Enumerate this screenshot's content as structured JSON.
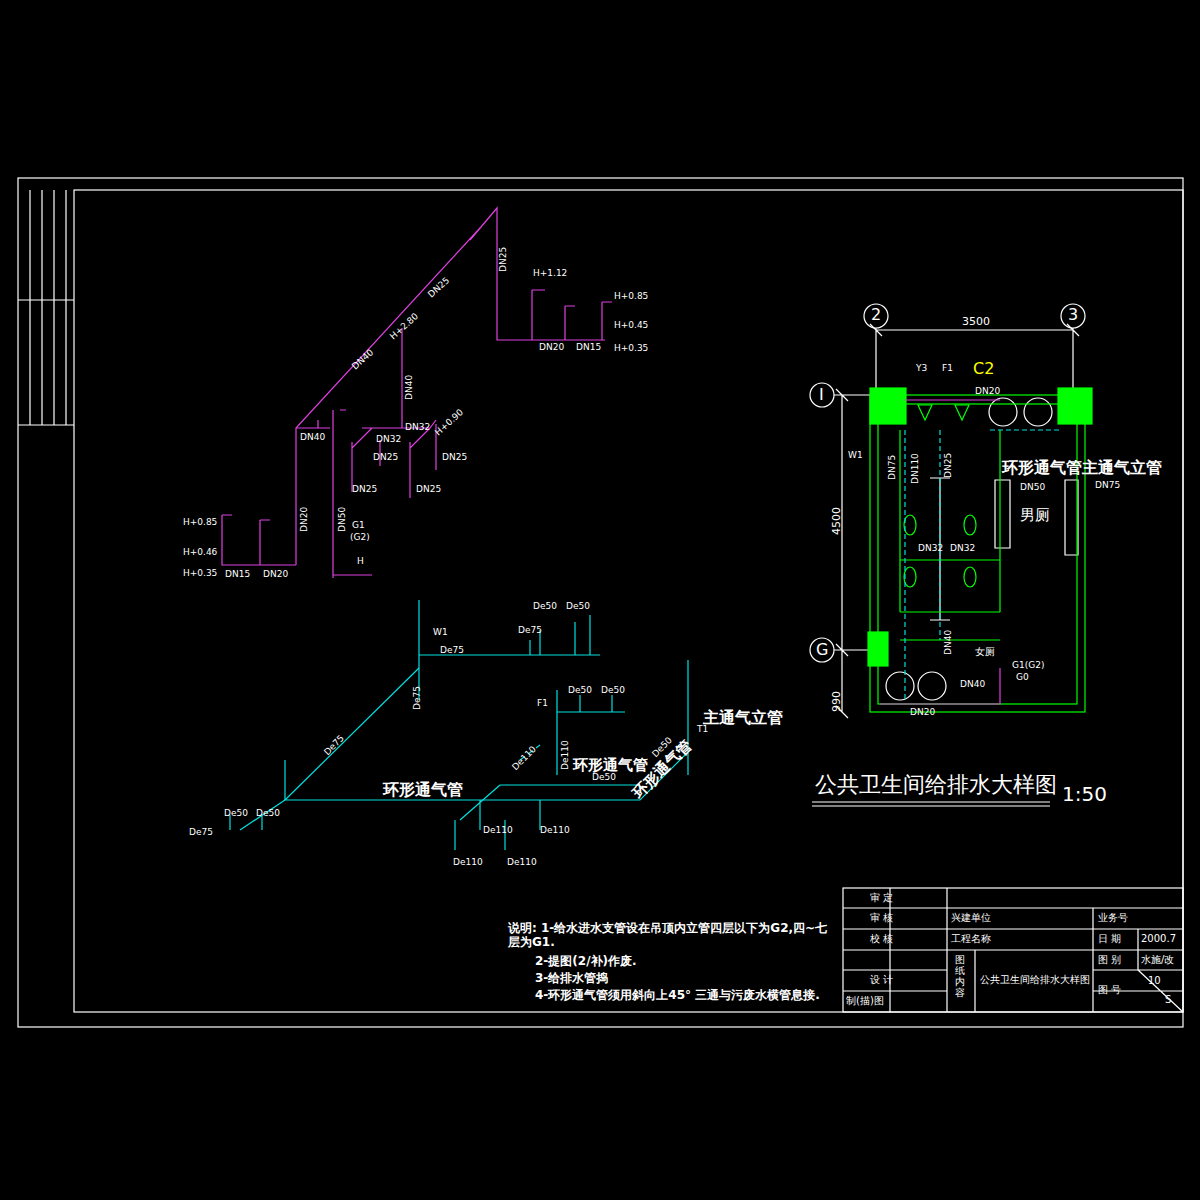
{
  "diagram": {
    "title": "公共卫生间给排水大样图",
    "labels": [
      "DN25",
      "H+1.12",
      "H+0.85",
      "H+0.45",
      "H+0.35",
      "DN20",
      "DN15",
      "DN25",
      "H+2.80",
      "DN40",
      "DN40",
      "H+0.90",
      "DN40",
      "DN32",
      "DN32",
      "DN25",
      "DN25",
      "DN25",
      "DN25",
      "DN20",
      "DN50",
      "G1",
      "(G2)",
      "H",
      "H+0.85",
      "H+0.46",
      "H+0.35",
      "DN15",
      "DN20",
      "W1",
      "De75",
      "De75",
      "De50",
      "De50",
      "De75",
      "De75",
      "F1",
      "De50",
      "De50",
      "De110",
      "De110",
      "T1",
      "主通气立管",
      "环形通气管",
      "环形通气管",
      "De50",
      "De50",
      "环形通气管",
      "De50",
      "De50",
      "De75",
      "De110",
      "De110",
      "De110",
      "De110",
      "2",
      "3",
      "3500",
      "I",
      "G",
      "4500",
      "990",
      "Y3",
      "F1",
      "C2",
      "DN20",
      "W1",
      "DN75",
      "DN110",
      "DN25",
      "环形通气管主通气立管",
      "T1",
      "DN75",
      "DN50",
      "男厕",
      "DN32",
      "DN32",
      "DN40",
      "女厕",
      "G1(G2)",
      "G0",
      "DN40",
      "DN20",
      "1:50",
      "说明: 1-给水进水支管设在吊顶内立管四层以下为G2,四~七层为G1.",
      "2-提图(2/补)作废.",
      "3-给排水管捣",
      "4-环形通气管须用斜向上45° 三通与污废水横管息接.",
      "审 定",
      "审 核",
      "校 核",
      "设 计",
      "制(描)图",
      "兴建单位",
      "工程名称",
      "业务号",
      "日 期",
      "2000.7",
      "图 别",
      "水施/改",
      "图 号",
      "10",
      "S",
      "图纸内容",
      "公共卫生间给排水大样图"
    ]
  }
}
